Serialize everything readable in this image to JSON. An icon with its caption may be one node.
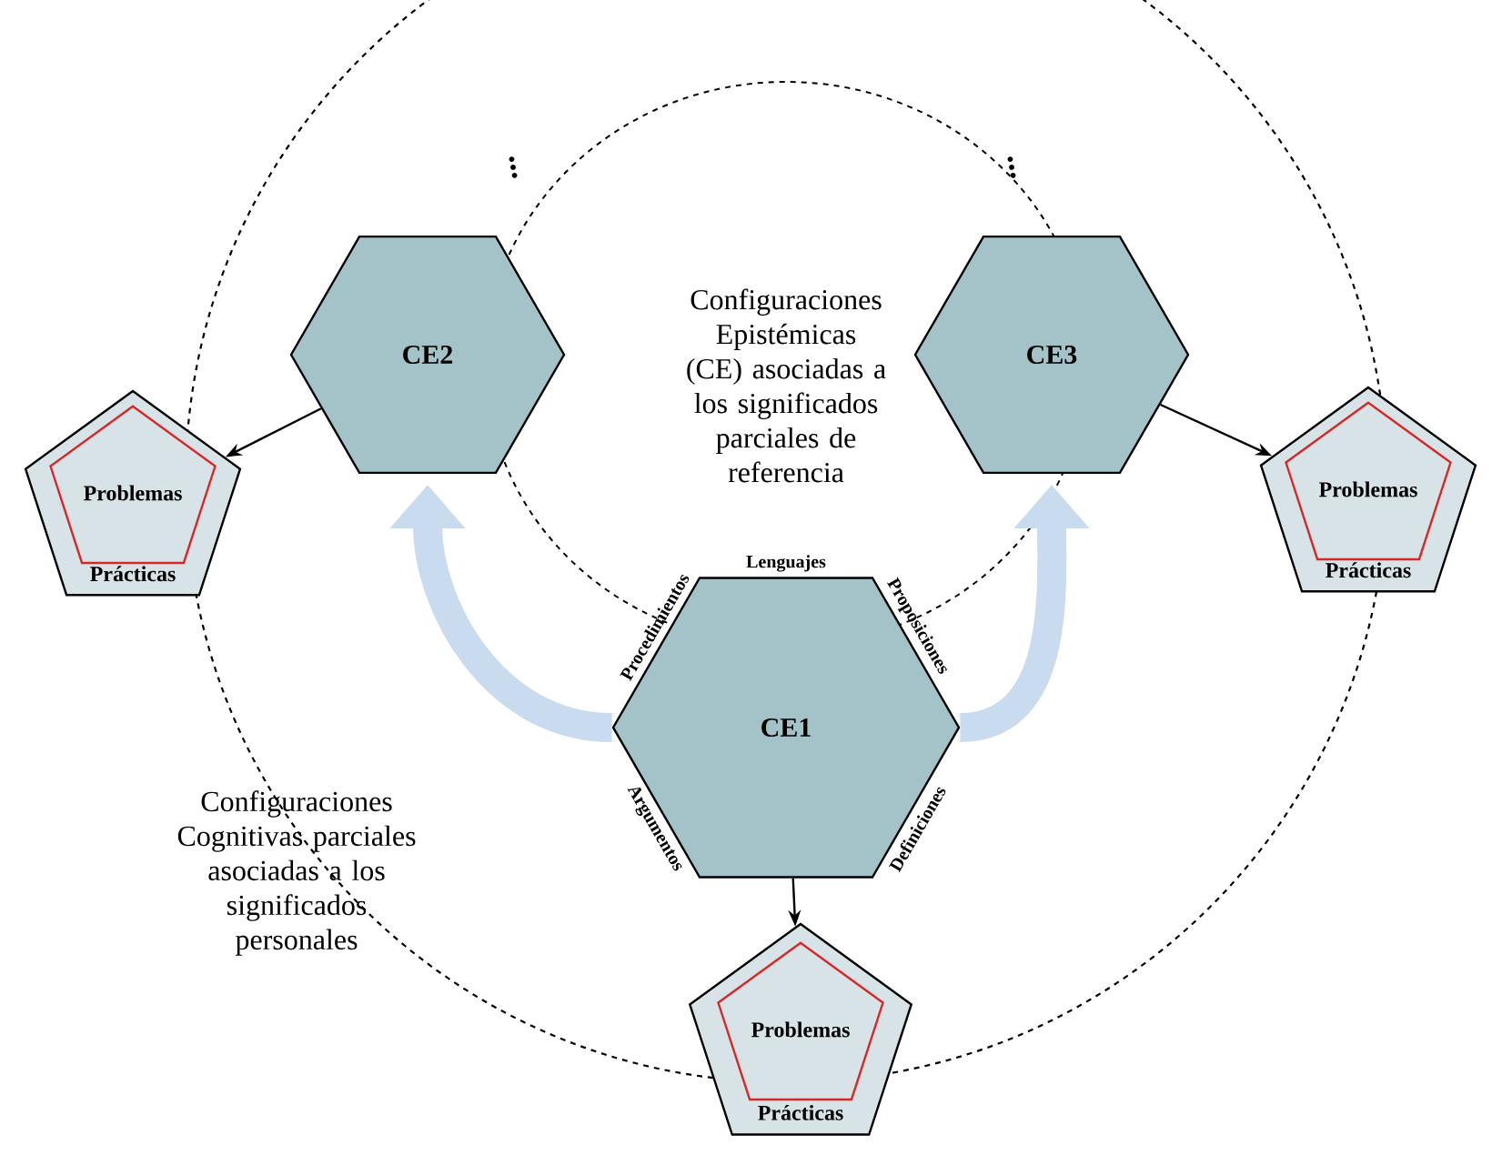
{
  "diagram": {
    "nodes": [
      {
        "text": [
          "CE2"
        ]
      },
      {
        "text": [
          "CE3"
        ]
      },
      {
        "text": [
          "CE1"
        ],
        "beside": [
          "Lenguajes",
          "Procedimientos",
          "Proposiciones",
          "Argumentos",
          "Definiciones"
        ]
      },
      {
        "text": [
          "Prácticas"
        ]
      },
      {
        "text": [
          "Problemas"
        ],
        "in": 3
      },
      {
        "text": [
          "Prácticas"
        ]
      },
      {
        "text": [
          "Problemas"
        ],
        "in": 5
      },
      {
        "text": [
          "Prácticas"
        ]
      },
      {
        "text": [
          "Problemas"
        ],
        "in": 7
      }
    ],
    "edges": [
      {
        "from": 0,
        "to": 3,
        "arrow": "to"
      },
      {
        "from": 1,
        "to": 5,
        "arrow": "to"
      },
      {
        "from": 2,
        "to": 0,
        "arrow": "to",
        "style": "thick",
        "color": "#c9dbef"
      },
      {
        "from": 2,
        "to": 1,
        "arrow": "to",
        "style": "thick",
        "color": "#c9dbef"
      },
      {
        "from": 2,
        "to": 7,
        "arrow": "to"
      }
    ],
    "labels": [
      "...",
      "...",
      "Configuraciones Epistémicas (CE) asociadas a los significados parciales de referencia",
      "Configuraciones Cognitivas parciales asociadas a los significados personales"
    ]
  }
}
